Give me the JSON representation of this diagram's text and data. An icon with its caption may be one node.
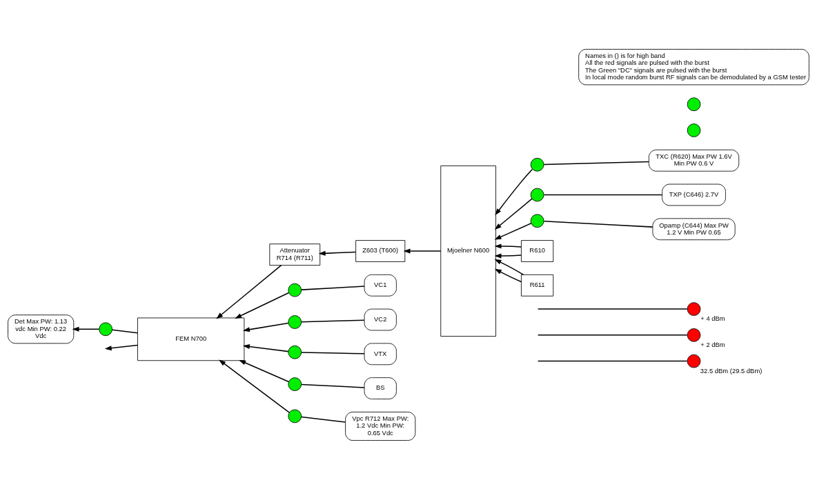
{
  "diagram": {
    "nodes": [
      {
        "text": [],
        "shape": "circle",
        "beside": [
          "32.5 dBm (29.5 dBm)"
        ]
      },
      {
        "text": [],
        "shape": "circle",
        "beside": [
          "+ 2 dBm"
        ]
      },
      {
        "text": [],
        "shape": "circle",
        "beside": [
          "+ 4 dBm"
        ]
      },
      {
        "text": [
          "FEM N700"
        ]
      },
      {
        "text": [
          "Attenuator R714 (R711)"
        ]
      },
      {
        "text": [
          "Z603 (T600)"
        ]
      },
      {
        "text": [
          "Mjoelner N600"
        ]
      },
      {
        "text": [],
        "shape": "circle"
      },
      {
        "text": [],
        "shape": "circle"
      },
      {
        "text": [],
        "shape": "circle"
      },
      {
        "text": [],
        "shape": "circle"
      },
      {
        "text": [],
        "shape": "circle"
      },
      {
        "text": [],
        "shape": "circle"
      },
      {
        "text": [
          "TXC (R620) Max PW 1.6V Min PW 0.6 V"
        ]
      },
      {
        "text": [],
        "shape": "circle"
      },
      {
        "text": [
          "TXP (C646) 2.7V"
        ]
      },
      {
        "text": [],
        "shape": "circle"
      },
      {
        "text": [
          "Opamp (C644) Max PW 1.2 V Min PW 0.65"
        ]
      },
      {
        "text": [],
        "shape": "circle"
      },
      {
        "text": [
          "VC1"
        ]
      },
      {
        "text": [
          "VC2"
        ]
      },
      {
        "text": [
          "VTX"
        ]
      },
      {
        "text": [
          "BS"
        ]
      },
      {
        "text": [
          "Vpc R712 Max PW: 1.2 Vdc Min PW: 0.65 Vdc"
        ]
      },
      {
        "text": [
          "Det Max PW: 1.13 vdc Min PW: 0.22 Vdc"
        ]
      },
      {
        "text": [
          "R610"
        ]
      },
      {
        "text": [],
        "shape": "circle"
      },
      {
        "text": [
          "R611"
        ]
      },
      {
        "text": [],
        "shape": "circle"
      },
      {
        "text": [
          "Names in () is for high band",
          "All the red signals are pulsed with the burst",
          "The Green \"DC\" signals are pulsed with the burst",
          "In local mode random burst RF signals can be demodulated by a GSM tester"
        ]
      }
    ],
    "edges": [
      {
        "from": 3,
        "to": null,
        "arrow": "to"
      },
      {
        "from": 0,
        "to": null,
        "arrow": "none"
      },
      {
        "from": 4,
        "to": 3,
        "arrow": "to"
      },
      {
        "from": 1,
        "to": null,
        "arrow": "none"
      },
      {
        "from": 5,
        "to": 4,
        "arrow": "to"
      },
      {
        "from": 2,
        "to": null,
        "arrow": "none"
      },
      {
        "from": 6,
        "to": 5,
        "arrow": "to"
      },
      {
        "from": 19,
        "to": 7,
        "arrow": "none"
      },
      {
        "from": 7,
        "to": 3,
        "arrow": "to"
      },
      {
        "from": 20,
        "to": 8,
        "arrow": "none"
      },
      {
        "from": 8,
        "to": 3,
        "arrow": "to"
      },
      {
        "from": 21,
        "to": 9,
        "arrow": "none"
      },
      {
        "from": 9,
        "to": 3,
        "arrow": "to"
      },
      {
        "from": 22,
        "to": 10,
        "arrow": "none"
      },
      {
        "from": 10,
        "to": 3,
        "arrow": "to"
      },
      {
        "from": 3,
        "to": 11,
        "arrow": "none"
      },
      {
        "from": 11,
        "to": 24,
        "arrow": "to"
      },
      {
        "from": 23,
        "to": 12,
        "arrow": "none"
      },
      {
        "from": 12,
        "to": 3,
        "arrow": "to"
      },
      {
        "from": 13,
        "to": 14,
        "arrow": "none"
      },
      {
        "from": 14,
        "to": 6,
        "arrow": "to"
      },
      {
        "from": 15,
        "to": 16,
        "arrow": "none"
      },
      {
        "from": 16,
        "to": 6,
        "arrow": "to"
      },
      {
        "from": 17,
        "to": 18,
        "arrow": "none"
      },
      {
        "from": 18,
        "to": 6,
        "arrow": "to"
      },
      {
        "from": 25,
        "to": 6,
        "arrow": "to"
      },
      {
        "from": 25,
        "to": 6,
        "arrow": "to"
      },
      {
        "from": 27,
        "to": 6,
        "arrow": "to"
      },
      {
        "from": 27,
        "to": 6,
        "arrow": "to"
      }
    ]
  }
}
